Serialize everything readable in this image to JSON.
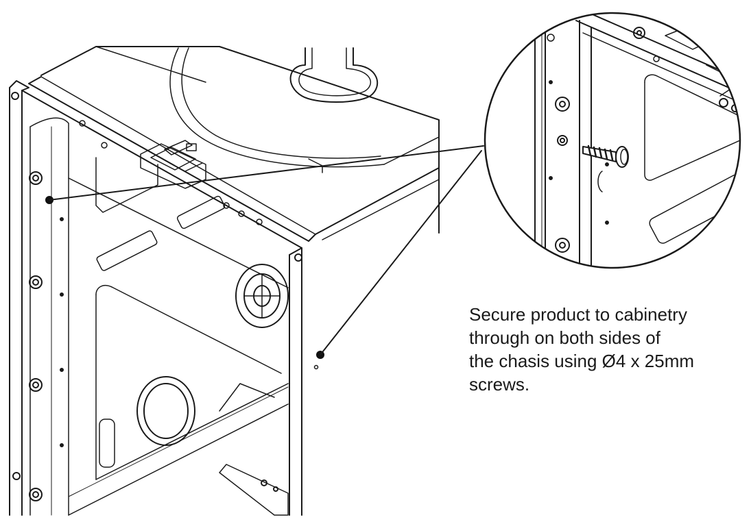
{
  "instruction": {
    "lines": [
      "Secure product to cabinetry",
      "through on both sides of",
      "the chasis using Ø4 x 25mm",
      "screws."
    ]
  },
  "colors": {
    "line": "#1a1a1a",
    "fill": "#ffffff",
    "dot": "#111111"
  }
}
